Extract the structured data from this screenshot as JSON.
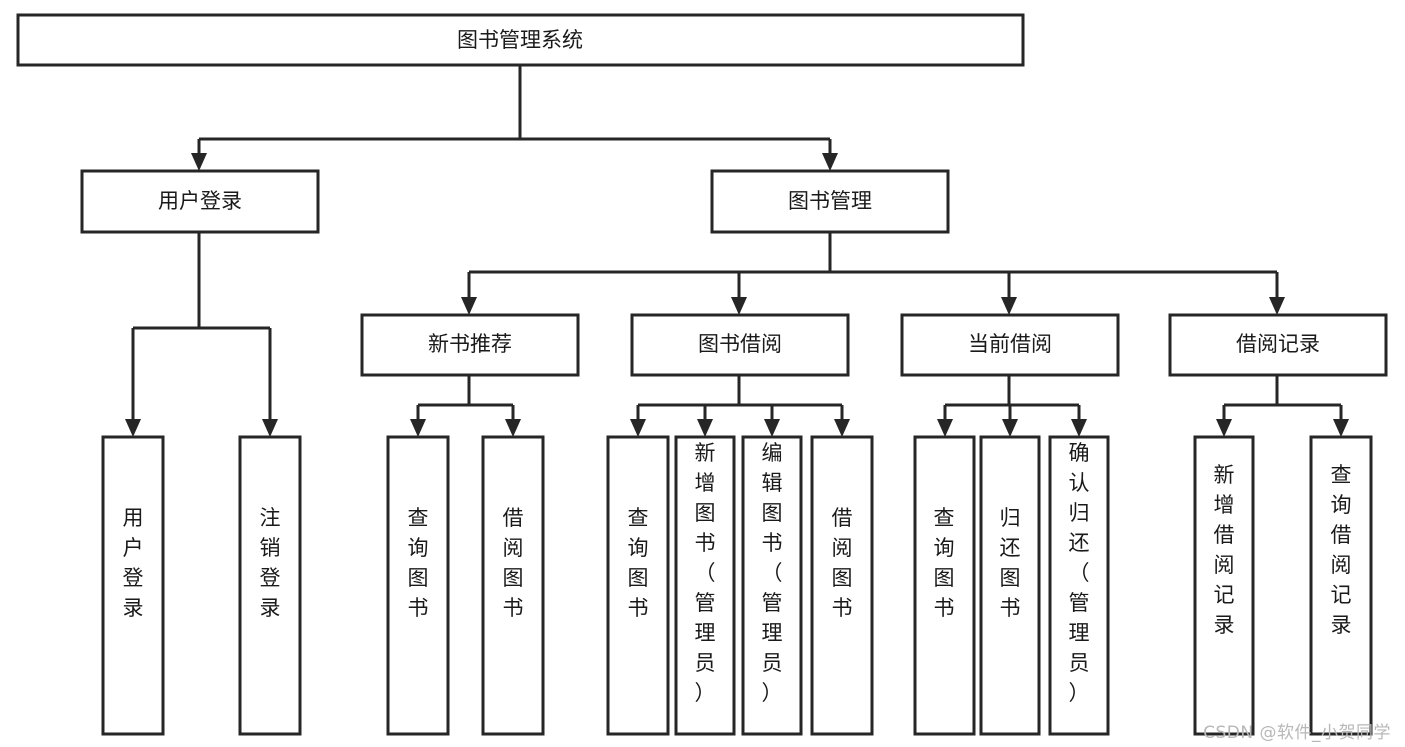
{
  "diagram": {
    "type": "tree-flowchart",
    "title": "图书管理系统",
    "watermark": "CSDN @软件_小贺同学",
    "colors": {
      "stroke": "#262626",
      "fill": "#ffffff",
      "text": "#1a1a1a",
      "watermark": "#b8b8b8"
    },
    "root": {
      "label": "图书管理系统"
    },
    "level2": [
      {
        "label": "用户登录"
      },
      {
        "label": "图书管理"
      }
    ],
    "user_login_leaves": [
      {
        "label": "用户登录"
      },
      {
        "label": "注销登录"
      }
    ],
    "level3": [
      {
        "label": "新书推荐"
      },
      {
        "label": "图书借阅"
      },
      {
        "label": "当前借阅"
      },
      {
        "label": "借阅记录"
      }
    ],
    "new_book_leaves": [
      {
        "label": "查询图书"
      },
      {
        "label": "借阅图书"
      }
    ],
    "borrow_book_leaves": [
      {
        "label": "查询图书"
      },
      {
        "label": "新增图书（管理员）"
      },
      {
        "label": "编辑图书（管理员）"
      },
      {
        "label": "借阅图书"
      }
    ],
    "current_borrow_leaves": [
      {
        "label": "查询图书"
      },
      {
        "label": "归还图书"
      },
      {
        "label": "确认归还（管理员）"
      }
    ],
    "borrow_record_leaves": [
      {
        "label": "新增借阅记录"
      },
      {
        "label": "查询借阅记录"
      }
    ]
  }
}
